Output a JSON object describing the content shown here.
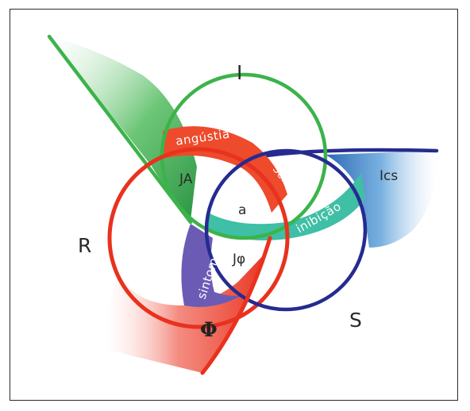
{
  "diagram": {
    "ring_labels": {
      "imaginary": "I",
      "real": "R",
      "symbolic": "S"
    },
    "band_labels": {
      "anguish": "angústia",
      "meaning": "Sentido",
      "inhibition": "inibição",
      "symptom": "sintoma"
    },
    "zone_labels": {
      "other_jouissance": "JA",
      "object_a": "a",
      "phallic_jouissance": "Jφ",
      "unconscious": "Ics",
      "phallus": "Φ"
    },
    "colors": {
      "imaginary": "#3cb34a",
      "real": "#e8321e",
      "symbolic": "#262b8f",
      "inhibition_fill": "#3fbfa5",
      "symptom_fill": "#6b5bb5"
    }
  }
}
